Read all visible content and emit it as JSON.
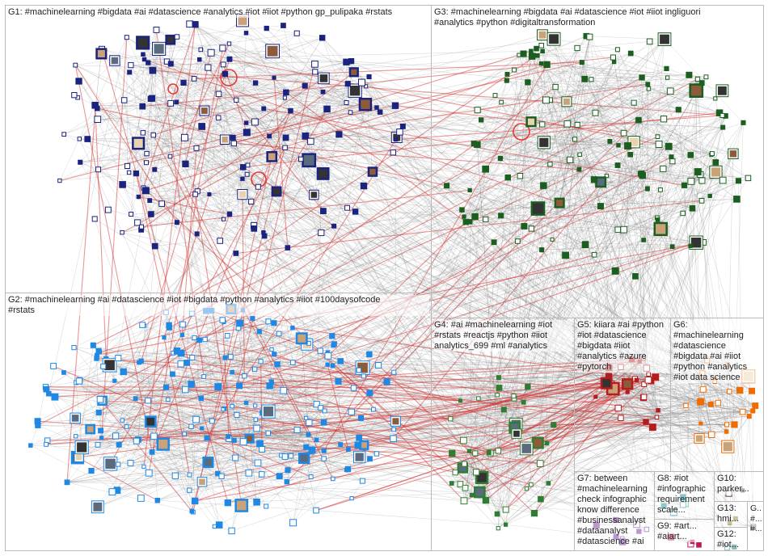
{
  "groups": [
    {
      "id": "G1",
      "label": "G1: #machinelearning #bigdata #ai #datascience #analytics #iot #iiot #python gp_pulipaka #rstats",
      "color": "#1a237e"
    },
    {
      "id": "G2",
      "label": "G2: #machinelearning #ai #datascience #iot #bigdata #python #analytics #iiot #100daysofcode\n#rstats",
      "color": "#1e88e5"
    },
    {
      "id": "G3",
      "label": "G3: #machinelearning #bigdata #ai #datascience #iot #iiot ingliguori\n#analytics #python #digitaltransformation",
      "color": "#1b5e20"
    },
    {
      "id": "G4",
      "label": "G4: #ai #machinelearning #iot\n#rstats #reactjs #python #iiot\nanalytics_699 #ml #analytics",
      "color": "#2e7d32"
    },
    {
      "id": "G5",
      "label": "G5: kiiara #ai #python\n#iot #datascience\n#bigdata #iiot\n#analytics #azure\n#pytorch",
      "color": "#b71c1c"
    },
    {
      "id": "G6",
      "label": "G6:\n#machinelearning\n#datascience\n#bigdata #ai #iiot\n#python #analytics\n#iot data science",
      "color": "#ef6c00"
    },
    {
      "id": "G7",
      "label": "G7: between\n#machinelearning\ncheck infographic\nknow difference\n#businessanalyst\n#dataanalyst\n#datascience #ai",
      "color": "#6a1b9a"
    },
    {
      "id": "G8",
      "label": "G8: #iot\n#infographic\nrequirement\nscale...",
      "color": "#00838f"
    },
    {
      "id": "G9",
      "label": "G9: #art...\n#aiart...",
      "color": "#c2185b"
    },
    {
      "id": "G10",
      "label": "G10:\nparker...",
      "color": "#5d4037"
    },
    {
      "id": "G11",
      "label": "G...\n#...\n#...",
      "color": "#455a64"
    },
    {
      "id": "G12",
      "label": "G12:\n#iot...",
      "color": "#00695c"
    },
    {
      "id": "G13",
      "label": "G13:\nhmi...",
      "color": "#827717"
    }
  ]
}
